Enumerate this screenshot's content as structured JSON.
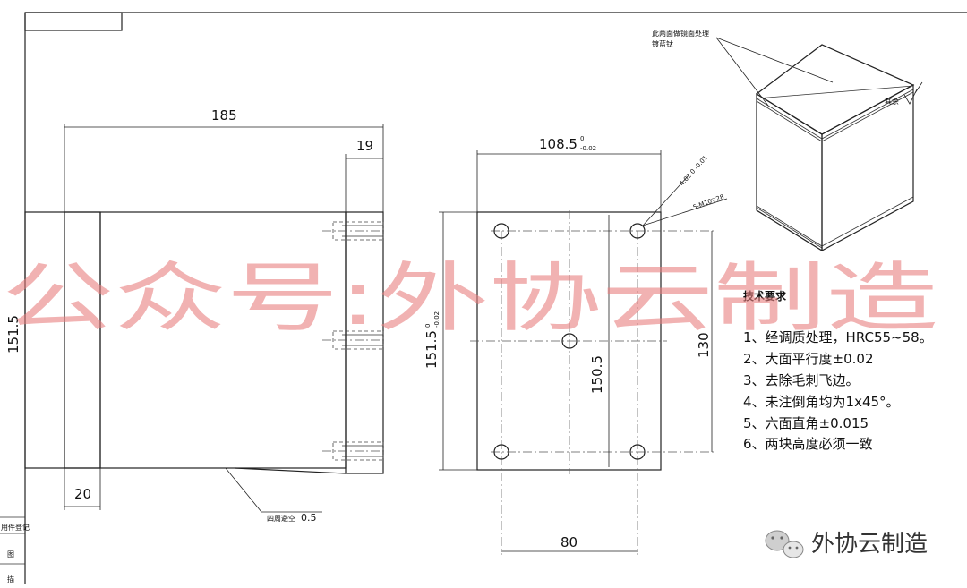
{
  "front_view": {
    "dim_width": "185",
    "dim_flange": "19",
    "dim_height": "151.5",
    "dim_bottom": "20",
    "note_relief": "四周避空",
    "note_relief_value": "0.5"
  },
  "side_view": {
    "dim_width": "108.5",
    "dim_width_tol_upper": "0",
    "dim_width_tol_lower": "-0.02",
    "dim_height": "151.5",
    "dim_height_tol_upper": "0",
    "dim_height_tol_lower": "-0.02",
    "dim_inner_height": "150.5",
    "dim_hole_spacing_v": "130",
    "dim_hole_spacing_h": "80",
    "hole_callout_1": "4.02 0 -0.01",
    "hole_callout_2": "5-M10▽28"
  },
  "iso_view": {
    "note_line1": "此两面做镜面处理",
    "note_line2": "镀蓝钛",
    "side_label": "其余"
  },
  "tech_requirements": {
    "title": "技术要求",
    "items": [
      "1、经调质处理，HRC55~58。",
      "2、大面平行度±0.02",
      "3、去除毛刺飞边。",
      "4、未注倒角均为1x45°。",
      "5、六面直角±0.015",
      "6、两块高度必须一致"
    ]
  },
  "title_block": {
    "cell1": "用件登记",
    "cell2": "图",
    "cell3": "描"
  },
  "watermark": {
    "main": "公众号:外协云制造",
    "brand": "外协云制造"
  }
}
